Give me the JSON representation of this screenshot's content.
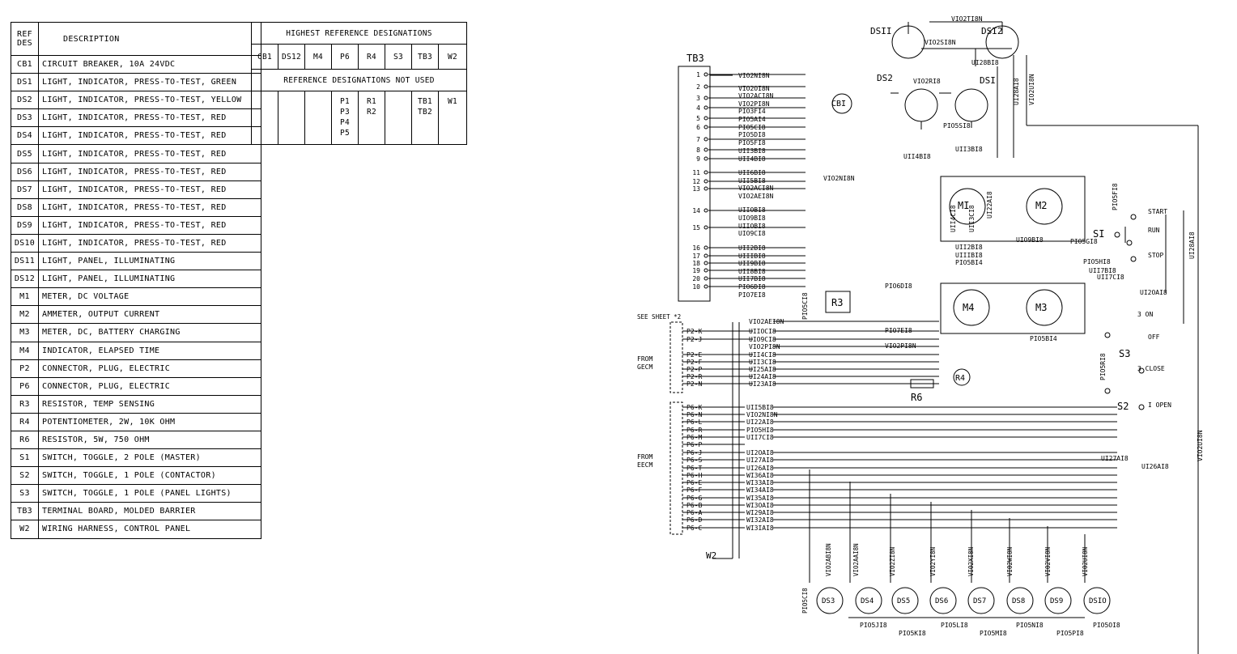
{
  "ref_table": {
    "header_ref": [
      "REF",
      "DES"
    ],
    "header_desc": "DESCRIPTION",
    "rows": [
      {
        "ref": "CB1",
        "desc": "CIRCUIT BREAKER, 10A 24VDC"
      },
      {
        "ref": "DS1",
        "desc": "LIGHT, INDICATOR, PRESS-TO-TEST, GREEN"
      },
      {
        "ref": "DS2",
        "desc": "LIGHT, INDICATOR, PRESS-TO-TEST, YELLOW"
      },
      {
        "ref": "DS3",
        "desc": "LIGHT, INDICATOR, PRESS-TO-TEST, RED"
      },
      {
        "ref": "DS4",
        "desc": "LIGHT, INDICATOR, PRESS-TO-TEST, RED"
      },
      {
        "ref": "DS5",
        "desc": "LIGHT, INDICATOR, PRESS-TO-TEST, RED"
      },
      {
        "ref": "DS6",
        "desc": "LIGHT, INDICATOR, PRESS-TO-TEST, RED"
      },
      {
        "ref": "DS7",
        "desc": "LIGHT, INDICATOR, PRESS-TO-TEST, RED"
      },
      {
        "ref": "DS8",
        "desc": "LIGHT, INDICATOR, PRESS-TO-TEST, RED"
      },
      {
        "ref": "DS9",
        "desc": "LIGHT, INDICATOR, PRESS-TO-TEST, RED"
      },
      {
        "ref": "DS10",
        "desc": "LIGHT, INDICATOR, PRESS-TO-TEST, RED"
      },
      {
        "ref": "DS11",
        "desc": "LIGHT, PANEL, ILLUMINATING"
      },
      {
        "ref": "DS12",
        "desc": "LIGHT, PANEL, ILLUMINATING"
      },
      {
        "ref": "M1",
        "desc": "METER, DC VOLTAGE"
      },
      {
        "ref": "M2",
        "desc": "AMMETER, OUTPUT CURRENT"
      },
      {
        "ref": "M3",
        "desc": "METER, DC, BATTERY CHARGING"
      },
      {
        "ref": "M4",
        "desc": "INDICATOR, ELAPSED TIME"
      },
      {
        "ref": "P2",
        "desc": "CONNECTOR, PLUG, ELECTRIC"
      },
      {
        "ref": "P6",
        "desc": "CONNECTOR, PLUG, ELECTRIC"
      },
      {
        "ref": "R3",
        "desc": "RESISTOR, TEMP SENSING"
      },
      {
        "ref": "R4",
        "desc": "POTENTIOMETER, 2W, 10K OHM"
      },
      {
        "ref": "R6",
        "desc": "RESISTOR, 5W, 750 OHM"
      },
      {
        "ref": "S1",
        "desc": "SWITCH, TOGGLE, 2 POLE (MASTER)"
      },
      {
        "ref": "S2",
        "desc": "SWITCH, TOGGLE, 1 POLE (CONTACTOR)"
      },
      {
        "ref": "S3",
        "desc": "SWITCH, TOGGLE, 1 POLE (PANEL LIGHTS)"
      },
      {
        "ref": "TB3",
        "desc": "TERMINAL BOARD, MOLDED BARRIER"
      },
      {
        "ref": "W2",
        "desc": "WIRING HARNESS, CONTROL PANEL"
      }
    ]
  },
  "desig_table": {
    "highest_title": "HIGHEST REFERENCE DESIGNATIONS",
    "highest": [
      "CB1",
      "DS12",
      "M4",
      "P6",
      "R4",
      "S3",
      "TB3",
      "W2"
    ],
    "not_used_title": "REFERENCE DESIGNATIONS NOT USED",
    "not_used": [
      [],
      [],
      [],
      [
        "P1",
        "P3",
        "P4",
        "P5"
      ],
      [
        "R1",
        "R2"
      ],
      [],
      [
        "TB1",
        "TB2"
      ],
      [
        "W1"
      ]
    ]
  },
  "schematic": {
    "tb3_label": "TB3",
    "tb3_terminals": [
      "1",
      "2",
      "3",
      "4",
      "5",
      "6",
      "7",
      "8",
      "9",
      "11",
      "12",
      "13",
      "14",
      "15",
      "16",
      "17",
      "18",
      "19",
      "20",
      "10"
    ],
    "tb3_wires": [
      "VIO2NI8N",
      "VIO2OI8N",
      "VIO2ACI8N",
      "VIO2PI8N",
      "PIO3FI4",
      "PIO5AI4",
      "PIO5CI8",
      "PIO5DI8",
      "PIO5FI8",
      "UII3BI8",
      "UII4BI8",
      "UII6BI8",
      "UII5BI8",
      "VIO2ACI8N",
      "VIO2AEI8N",
      "UIIOBI8",
      "UIO9BI8",
      "UIIOBI8",
      "UIO9CI8",
      "UII2BI8",
      "UIIIBI8",
      "UII9BI8",
      "UII8BI8",
      "UII7BI8",
      "PIO6DI8",
      "PIO7EI8"
    ],
    "p2_header": "SEE SHEET *2",
    "p2_pins": [
      "P2-K",
      "P2-J",
      "P2-E",
      "P2-F",
      "P2-P",
      "P2-R",
      "P2-N"
    ],
    "p2_wires": [
      "VIO2AEI8N",
      "UIIOCI8",
      "UIO9CI8",
      "VIO2PI8N",
      "UII4CI8",
      "UII3CI8",
      "UI25AI8",
      "UI24AI8",
      "UI23AI8"
    ],
    "from_gecm": [
      "FROM",
      "GECM"
    ],
    "p6_pins": [
      "P6-K",
      "P6-N",
      "P6-L",
      "P6-R",
      "P6-M",
      "P6-P",
      "P6-J",
      "P6-S",
      "P6-T",
      "P6-H",
      "P6-E",
      "P6-F",
      "P6-G",
      "P6-B",
      "P6-A",
      "P6-D",
      "P6-C"
    ],
    "p6_wires": [
      "UII5BI8",
      "VIO2NI8N",
      "UI22AI8",
      "PIO5HI8",
      "UII7CI8",
      "UI2OAI8",
      "UI27AI8",
      "UI26AI8",
      "WI36AI8",
      "WI33AI8",
      "WI34AI8",
      "WI35AI8",
      "WI3OAI8",
      "WI29AI8",
      "WI32AI8",
      "WI3IAI8"
    ],
    "from_eecm": [
      "FROM",
      "EECM"
    ],
    "w2": "W2",
    "ds11": "DSII",
    "ds12": "DSI2",
    "ds2": "DS2",
    "ds1": "DSI",
    "cb1": "CBI",
    "m1": "MI",
    "m2": "M2",
    "m3": "M3",
    "m4": "M4",
    "r3": "R3",
    "r4": "R4",
    "r6": "R6",
    "s1": "SI",
    "s2": "S2",
    "s3": "S3",
    "start": "START",
    "run": "RUN",
    "stop": "STOP",
    "on": "3 ON",
    "off": "OFF",
    "close": "3 CLOSE",
    "open": "I OPEN",
    "top_wires": [
      "VIO2TI8N",
      "VIO2SI8N",
      "UI28BI8",
      "UI28AI8",
      "VIO2UI8N",
      "VIO2RI8",
      "PIO5SI8",
      "UII3BI8",
      "UII4BI8",
      "UII3BI8",
      "VIO2NI8N"
    ],
    "meter_wires": [
      "UII4CI8",
      "UII3CI8",
      "UI22AI8",
      "UIO9BI8",
      "UII2BI8",
      "UIIIBI8",
      "PIO5BI4",
      "PIO6DI8",
      "PIO7EI8",
      "VIO2PI8N",
      "PIO5CI8"
    ],
    "right_wires": [
      "PIO5FI8",
      "PIO5GI8",
      "PIO5HI8",
      "UII7BI8",
      "UII7CI8",
      "UI2OAI8",
      "PIO5BI4",
      "PIO5RI8",
      "UI28AI8",
      "VIO2UI8N",
      "UI27AI8",
      "UI26AI8"
    ],
    "bottom_lamps": [
      "DS3",
      "DS4",
      "DS5",
      "DS6",
      "DS7",
      "DS8",
      "DS9",
      "DSIO"
    ],
    "bottom_vwires": [
      "PIO5CI8",
      "VIO2ABI8N",
      "VIO2AAI8N",
      "VIO2ZI8N",
      "VIO2YI8N",
      "VIO2XI8N",
      "VIO2WI8N",
      "VIO2VI8N",
      "VIO2UI8N"
    ],
    "bottom_pwires": [
      "PIO5JI8",
      "PIO5KI8",
      "PIO5LI8",
      "PIO5MI8",
      "PIO5NI8",
      "PIO5PI8",
      "PIO5OI8"
    ]
  }
}
